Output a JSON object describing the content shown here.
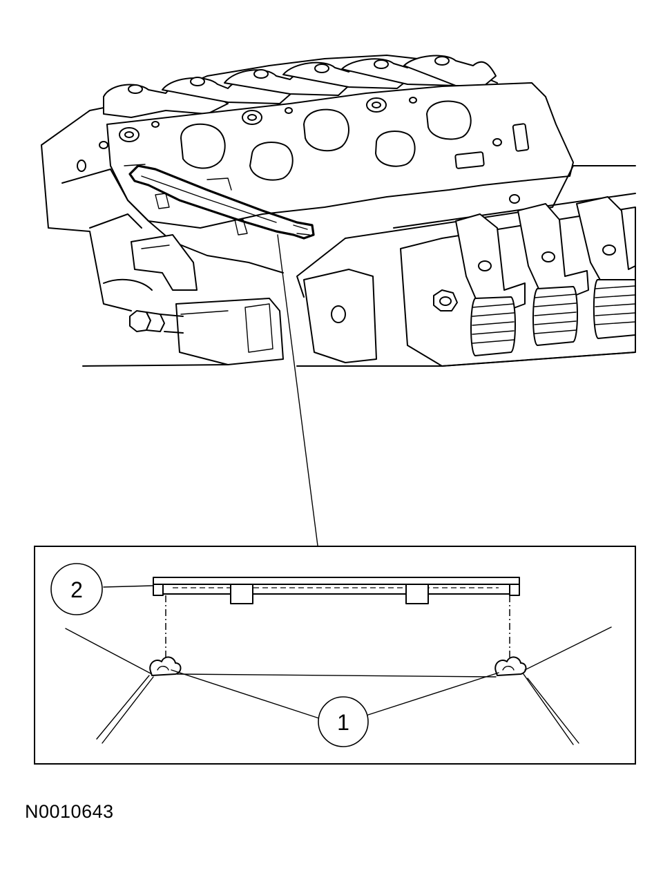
{
  "callouts": [
    {
      "label": "1"
    },
    {
      "label": "2"
    }
  ],
  "figure_id": "N0010643"
}
